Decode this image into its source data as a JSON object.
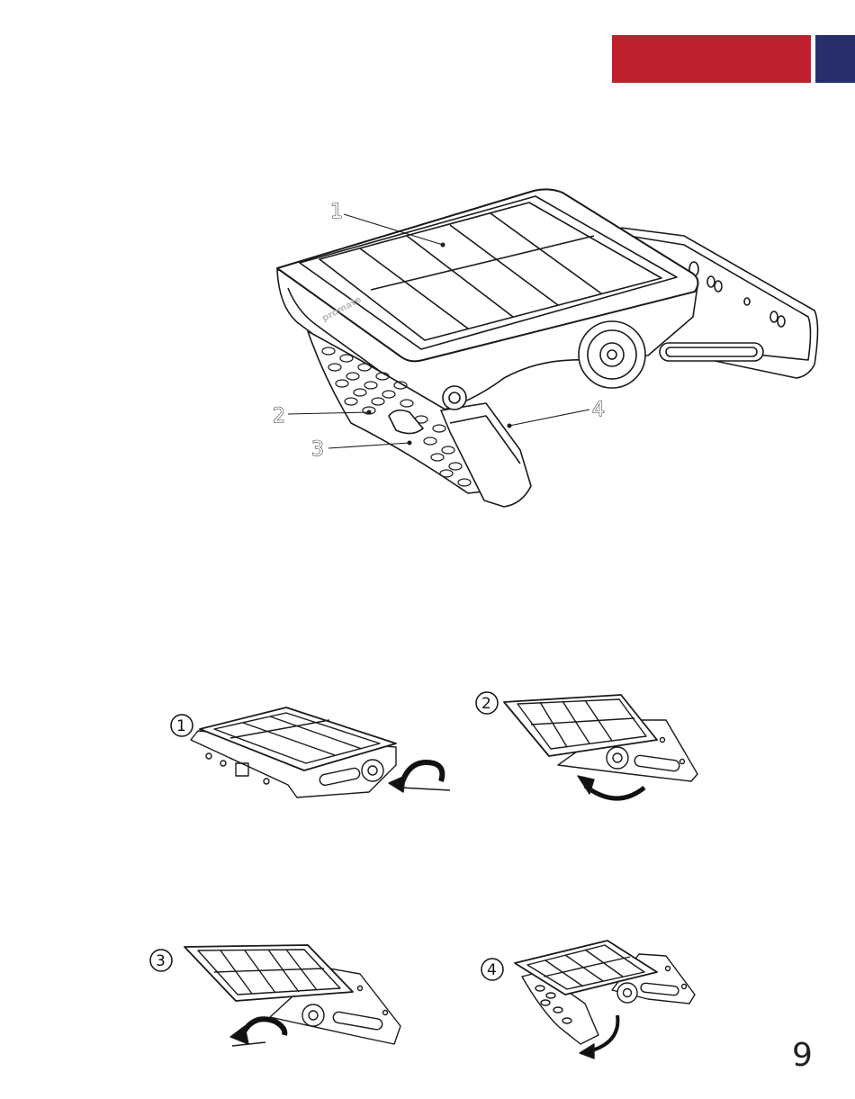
{
  "header": {
    "accent_red": "#BE202E",
    "accent_blue": "#272E6B"
  },
  "diagram": {
    "brand_mark": "promate",
    "callouts": [
      "1",
      "2",
      "3",
      "4"
    ]
  },
  "steps": [
    "1",
    "2",
    "3",
    "4"
  ],
  "page_number": "9"
}
